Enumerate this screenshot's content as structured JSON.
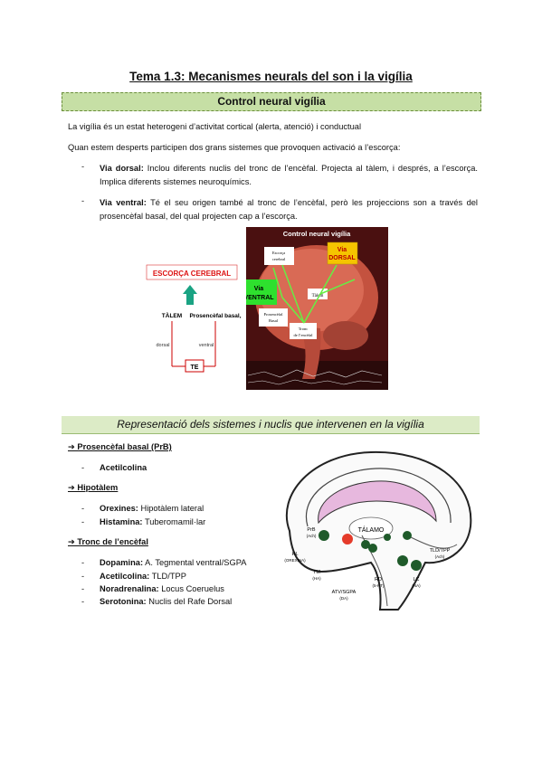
{
  "title": "Tema 1.3: Mecanismes neurals del son i la vigília",
  "section1": {
    "heading": "Control neural vigília",
    "p1": "La vigília és un estat heterogeni d’activitat cortical (alerta, atenció) i conductual",
    "p2": "Quan estem desperts participen dos grans sistemes que provoquen activació a l’escorça:",
    "bullets": [
      {
        "label": "Via dorsal:",
        "text": " Inclou diferents nuclis del tronc de l’encèfal. Projecta al tàlem, i després, a l’escorça. Implica diferents sistemes neuroquímics."
      },
      {
        "label": "Via ventral:",
        "text": " Té el seu origen també al tronc de l’encèfal, però les projeccions son a través del prosencèfal basal, del qual projecten cap a l’escorça."
      }
    ]
  },
  "diagram_left": {
    "cortex": "ESCORÇA CEREBRAL",
    "talem": "TÀLEM",
    "prosencefal": "Prosencèfal basal,",
    "dorsal": "dorsal",
    "ventral": "ventral",
    "te": "TE"
  },
  "diagram_brain": {
    "title": "Control neural vigília",
    "escorca": "Escorça cerebral",
    "via_dorsal": "Via DORSAL",
    "via_ventral": "Via VENTRAL",
    "talem": "Tàlem",
    "prosencefal": "Prosencèfal Basal",
    "tronc": "Tronc de l’encèfal"
  },
  "section2": {
    "heading": "Representació dels sistemes i nuclis que intervenen en la vigília",
    "groups": [
      {
        "heading": "➔ Prosencèfal basal (PrB)",
        "items": [
          {
            "label": "Acetilcolina",
            "text": ""
          }
        ]
      },
      {
        "heading": "➔ Hipotàlem",
        "items": [
          {
            "label": "Orexines:",
            "text": " Hipotàlem lateral"
          },
          {
            "label": "Histamina:",
            "text": " Tuberomamil·lar"
          }
        ]
      },
      {
        "heading": "➔ Tronc de l’encèfal",
        "items": [
          {
            "label": "Dopamina:",
            "text": " A. Tegmental ventral/SGPA"
          },
          {
            "label": "Acetilcolina:",
            "text": " TLD/TPP"
          },
          {
            "label": "Noradrenalina:",
            "text": " Locus Coeruelus"
          },
          {
            "label": "Serotonina:",
            "text": " Nuclis del Rafe Dorsal"
          }
        ]
      }
    ]
  },
  "diagram_nuclei": {
    "talamo": "TÁLAMO",
    "prb": "PrB",
    "prb_sub": "(Ach)",
    "hl": "HL",
    "hl_sub": "(OREXINA)",
    "tm": "TM",
    "tm_sub": "(HA)",
    "atv": "ATV/SGPA",
    "atv_sub": "(DA)",
    "rd": "RD",
    "rd_sub": "(5-HT)",
    "lc": "LC",
    "lc_sub": "(NA)",
    "tld": "TLD/TPP",
    "tld_sub": "(Ach)"
  }
}
